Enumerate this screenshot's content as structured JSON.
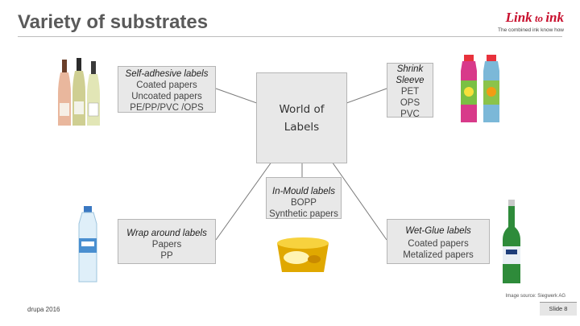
{
  "header": {
    "title": "Variety of substrates"
  },
  "logo": {
    "mark_link": "Link",
    "mark_to": " to ",
    "mark_ink": "ink",
    "tagline": "The combined ink know how"
  },
  "hub": {
    "line1": "World of",
    "line2": "Labels"
  },
  "boxes": {
    "self_adhesive": {
      "heading": "Self-adhesive labels",
      "items": [
        "Coated papers",
        "Uncoated papers",
        "PE/PP/PVC /OPS"
      ]
    },
    "shrink_sleeve": {
      "heading_1": "Shrink",
      "heading_2": "Sleeve",
      "items": [
        "PET",
        "OPS",
        "PVC"
      ]
    },
    "in_mould": {
      "heading": "In-Mould labels",
      "items": [
        "BOPP",
        "Synthetic papers"
      ]
    },
    "wrap_around": {
      "heading": "Wrap around labels",
      "items": [
        "Papers",
        "PP"
      ]
    },
    "wet_glue": {
      "heading": "Wet-Glue labels",
      "items": [
        "Coated papers",
        "Metalized papers"
      ]
    }
  },
  "footer": {
    "event": "drupa 2016",
    "source": "Image source: Siegwerk AG",
    "slide": "Slide 8"
  },
  "colors": {
    "accent": "#c8102e",
    "box_fill": "#e8e8e8",
    "box_border": "#b5b5b5"
  }
}
